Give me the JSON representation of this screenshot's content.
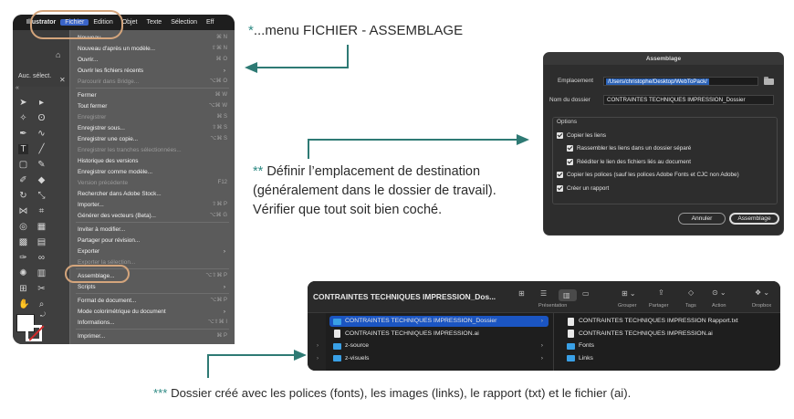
{
  "illustrator": {
    "menubar": {
      "app": "Illustrator",
      "items": [
        "Fichier",
        "Edition",
        "Objet",
        "Texte",
        "Sélection",
        "Eff"
      ]
    },
    "selection_label": "Auc. sélect.",
    "menu_items": [
      {
        "label": "Nouveau...",
        "shortcut": "⌘ N",
        "disabled": false
      },
      {
        "label": "Nouveau d'après un modèle...",
        "shortcut": "⇧⌘ N",
        "disabled": false
      },
      {
        "label": "Ouvrir...",
        "shortcut": "⌘ O",
        "disabled": false
      },
      {
        "label": "Ouvrir les fichiers récents",
        "shortcut": "",
        "disabled": false,
        "submenu": true
      },
      {
        "label": "Parcourir dans Bridge...",
        "shortcut": "⌥⌘ O",
        "disabled": true
      },
      {
        "label": "Fermer",
        "shortcut": "⌘ W",
        "disabled": false
      },
      {
        "label": "Tout fermer",
        "shortcut": "⌥⌘ W",
        "disabled": false
      },
      {
        "label": "Enregistrer",
        "shortcut": "⌘ S",
        "disabled": true
      },
      {
        "label": "Enregistrer sous...",
        "shortcut": "⇧⌘ S",
        "disabled": false
      },
      {
        "label": "Enregistrer une copie...",
        "shortcut": "⌥⌘ S",
        "disabled": false
      },
      {
        "label": "Enregistrer les tranches sélectionnées...",
        "shortcut": "",
        "disabled": true
      },
      {
        "label": "Historique des versions",
        "shortcut": "",
        "disabled": false
      },
      {
        "label": "Enregistrer comme modèle...",
        "shortcut": "",
        "disabled": false
      },
      {
        "label": "Version précédente",
        "shortcut": "F12",
        "disabled": true
      },
      {
        "label": "Rechercher dans Adobe Stock...",
        "shortcut": "",
        "disabled": false
      },
      {
        "label": "Importer...",
        "shortcut": "⇧⌘ P",
        "disabled": false
      },
      {
        "label": "Générer des vecteurs (Beta)...",
        "shortcut": "⌥⌘ G",
        "disabled": false
      },
      {
        "label": "Inviter à modifier...",
        "shortcut": "",
        "disabled": false
      },
      {
        "label": "Partager pour révision...",
        "shortcut": "",
        "disabled": false
      },
      {
        "label": "Exporter",
        "shortcut": "",
        "disabled": false,
        "submenu": true
      },
      {
        "label": "Exporter la sélection...",
        "shortcut": "",
        "disabled": true
      },
      {
        "label": "Assemblage...",
        "shortcut": "⌥⇧⌘ P",
        "disabled": false
      },
      {
        "label": "Scripts",
        "shortcut": "",
        "disabled": false,
        "submenu": true
      },
      {
        "label": "Format de document...",
        "shortcut": "⌥⌘ P",
        "disabled": false
      },
      {
        "label": "Mode colorimétrique du document",
        "shortcut": "",
        "disabled": false,
        "submenu": true
      },
      {
        "label": "Informations...",
        "shortcut": "⌥⇧⌘ I",
        "disabled": false
      },
      {
        "label": "Imprimer...",
        "shortcut": "⌘ P",
        "disabled": false
      }
    ]
  },
  "annotations": {
    "a1_stars": "*",
    "a1_text": "...menu FICHIER - ASSEMBLAGE",
    "a2_stars": "**",
    "a2_line1": "Définir l’emplacement de destination",
    "a2_line2": "(généralement  dans le dossier de travail).",
    "a2_line3": "Vérifier que tout soit bien coché.",
    "a3_stars": "***",
    "a3_text": "Dossier créé avec les polices (fonts), les images (links),  le rapport (txt) et le fichier (ai)."
  },
  "dialog": {
    "title": "Assemblage",
    "location_label": "Emplacement",
    "location_value": "/Users/christophe/Desktop/WebToPack/",
    "folder_label": "Nom du dossier",
    "folder_value": "CONTRAINTES TECHNIQUES IMPRESSION_Dossier",
    "options_label": "Options",
    "options": [
      {
        "label": "Copier les liens",
        "checked": true
      },
      {
        "label": "Rassembler les liens dans un dossier séparé",
        "checked": true
      },
      {
        "label": "Rééditer le lien des fichiers liés au document",
        "checked": true
      },
      {
        "label": "Copier les polices (sauf les polices Adobe Fonts et CJC non Adobe)",
        "checked": true
      },
      {
        "label": "Créer un rapport",
        "checked": true
      }
    ],
    "cancel": "Annuler",
    "ok": "Assemblage"
  },
  "finder": {
    "title": "CONTRAINTES TECHNIQUES IMPRESSION_Dos...",
    "toolbar": {
      "presentation": "Présentation",
      "grouper": "Grouper",
      "partager": "Partager",
      "tags": "Tags",
      "action": "Action",
      "dropbox": "Dropbox"
    },
    "column1": [
      {
        "name": "CONTRAINTES TECHNIQUES IMPRESSION_Dossier",
        "kind": "folder",
        "selected": true,
        "chevron": true
      },
      {
        "name": "CONTRAINTES TECHNIQUES IMPRESSION.ai",
        "kind": "doc",
        "selected": false,
        "chevron": false
      },
      {
        "name": "z-source",
        "kind": "folder",
        "selected": false,
        "chevron": true
      },
      {
        "name": "z-visuels",
        "kind": "folder",
        "selected": false,
        "chevron": true
      }
    ],
    "column2": [
      {
        "name": "CONTRAINTES TECHNIQUES IMPRESSION Rapport.txt",
        "kind": "doc"
      },
      {
        "name": "CONTRAINTES TECHNIQUES IMPRESSION.ai",
        "kind": "doc"
      },
      {
        "name": "Fonts",
        "kind": "folder"
      },
      {
        "name": "Links",
        "kind": "folder"
      }
    ]
  },
  "colors": {
    "accent_teal": "#2e7a74",
    "highlight_oval": "#d4a57c",
    "finder_selection": "#1b55c2"
  }
}
